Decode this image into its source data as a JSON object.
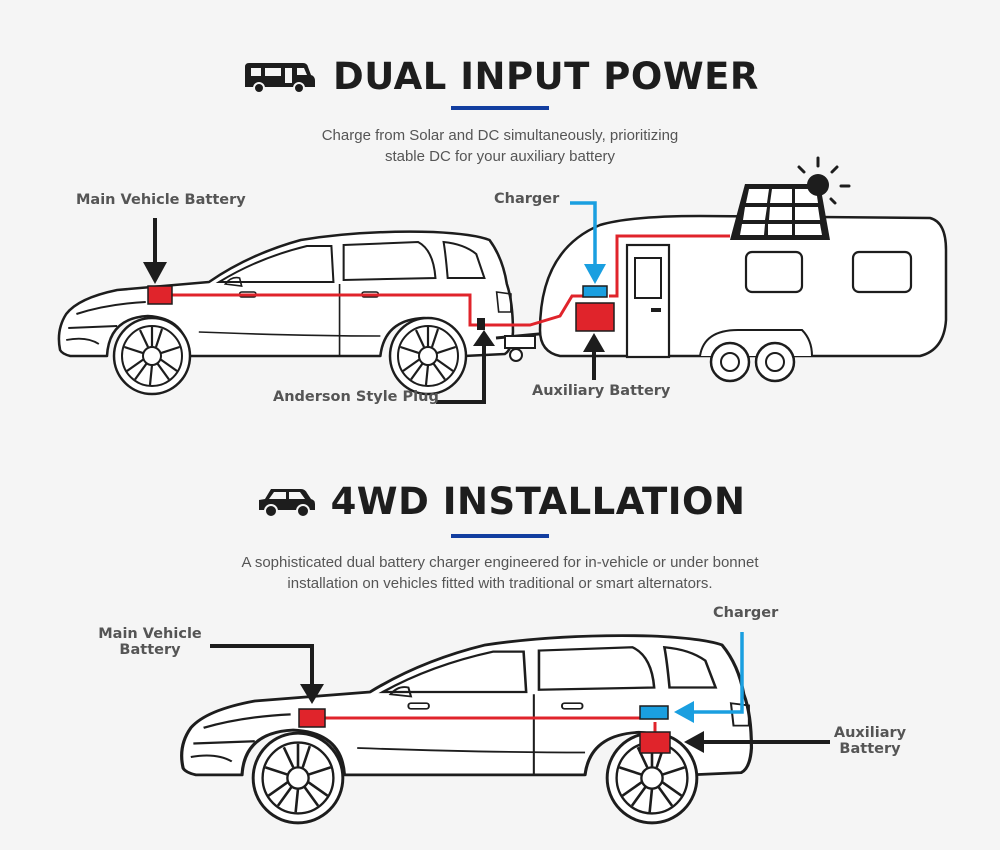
{
  "sections": [
    {
      "title": "DUAL INPUT POWER",
      "icon": "rv-icon",
      "description_line1": "Charge from Solar and DC simultaneously, prioritizing",
      "description_line2": "stable DC for your auxiliary battery",
      "labels": {
        "main_battery": "Main Vehicle Battery",
        "charger": "Charger",
        "anderson": "Anderson Style Plug",
        "aux_battery": "Auxiliary Battery"
      }
    },
    {
      "title": "4WD INSTALLATION",
      "icon": "4wd-icon",
      "description_line1": "A sophisticated dual battery charger engineered for in-vehicle or under bonnet",
      "description_line2": "installation on vehicles fitted with traditional or smart alternators.",
      "labels": {
        "main_battery_1": "Main Vehicle",
        "main_battery_2": "Battery",
        "charger": "Charger",
        "aux_battery_1": "Auxiliary",
        "aux_battery_2": "Battery"
      }
    }
  ],
  "colors": {
    "accent_blue": "#123ea0",
    "wire_red": "#e0242b",
    "charger_cyan": "#1a9fe0",
    "line_black": "#1d1d1d"
  }
}
